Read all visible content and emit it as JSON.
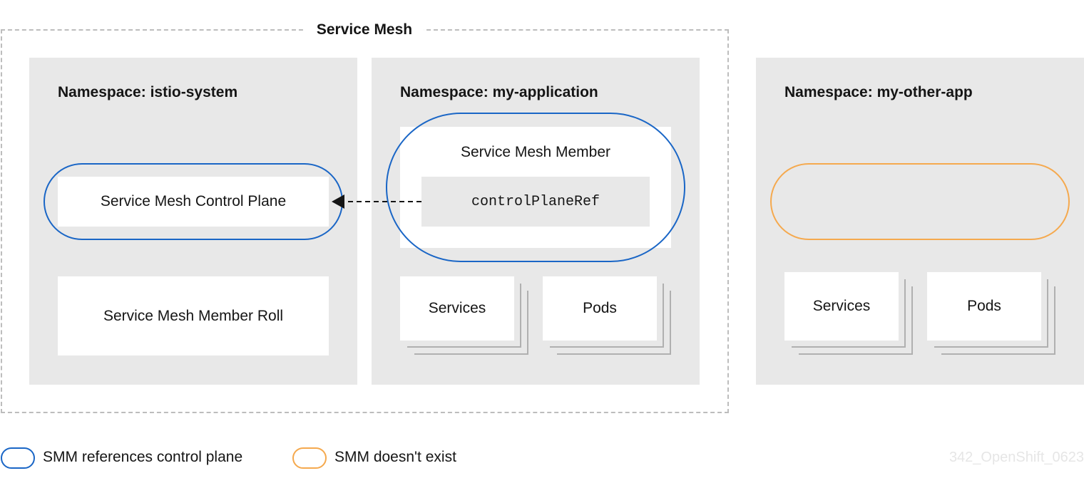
{
  "service_mesh": {
    "title": "Service Mesh"
  },
  "namespaces": [
    {
      "title": "Namespace: istio-system",
      "control_plane_label": "Service Mesh Control Plane",
      "member_roll_label": "Service Mesh Member Roll"
    },
    {
      "title": "Namespace: my-application",
      "member_label": "Service Mesh Member",
      "control_plane_ref_label": "controlPlaneRef",
      "services_label": "Services",
      "pods_label": "Pods"
    },
    {
      "title": "Namespace:  my-other-app",
      "services_label": "Services",
      "pods_label": "Pods"
    }
  ],
  "legend": [
    {
      "label": "SMM references control plane",
      "color": "#1a66c6"
    },
    {
      "label": "SMM doesn't exist",
      "color": "#f5a94e"
    }
  ],
  "watermark": "342_OpenShift_0623",
  "colors": {
    "namespace_bg": "#e8e8e8",
    "mesh_border": "#bdbdbd",
    "arrow": "#151515"
  }
}
